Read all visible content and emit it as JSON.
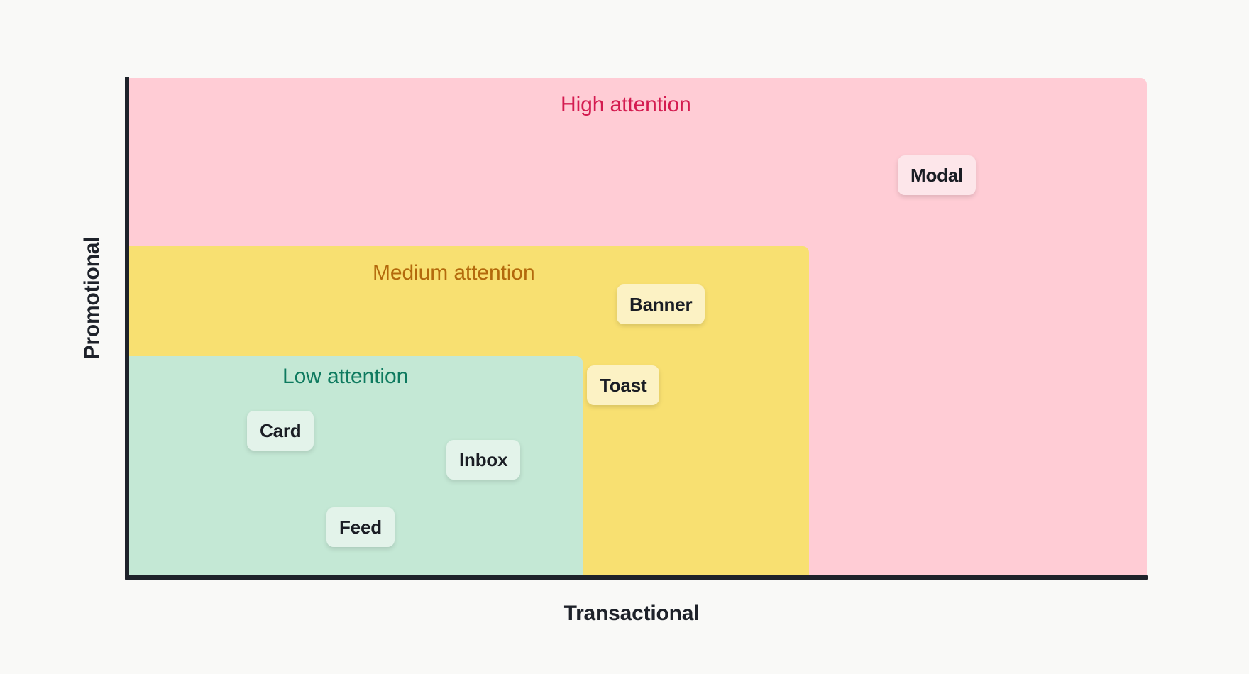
{
  "chart_data": {
    "type": "scatter",
    "title": "",
    "xlabel": "Transactional",
    "ylabel": "Promotional",
    "grid": false,
    "legend": "none",
    "xlim": [
      0,
      100
    ],
    "ylim": [
      0,
      100
    ],
    "zones": [
      {
        "key": "high",
        "label": "High attention",
        "color": "#FFCCD5",
        "text_color": "#D41B50",
        "x_range": [
          0,
          100
        ],
        "y_range": [
          0,
          100
        ]
      },
      {
        "key": "medium",
        "label": "Medium attention",
        "color": "#F8E071",
        "text_color": "#B3690C",
        "x_range": [
          0,
          67
        ],
        "y_range": [
          0,
          66
        ]
      },
      {
        "key": "low",
        "label": "Low attention",
        "color": "#C4E8D5",
        "text_color": "#0E7A5F",
        "x_range": [
          0,
          45
        ],
        "y_range": [
          0,
          44
        ]
      }
    ],
    "points": [
      {
        "label": "Modal",
        "zone": "high",
        "chip_color": "#FDE6EA",
        "x": 76,
        "y": 84
      },
      {
        "label": "Banner",
        "zone": "medium",
        "chip_color": "#FCF2C4",
        "x": 48,
        "y": 58
      },
      {
        "label": "Toast",
        "zone": "medium",
        "chip_color": "#FCF2C4",
        "x": 45,
        "y": 42
      },
      {
        "label": "Card",
        "zone": "low",
        "chip_color": "#E3F3EA",
        "x": 12,
        "y": 33
      },
      {
        "label": "Inbox",
        "zone": "low",
        "chip_color": "#E3F3EA",
        "x": 32,
        "y": 27
      },
      {
        "label": "Feed",
        "zone": "low",
        "chip_color": "#E3F3EA",
        "x": 20,
        "y": 14
      }
    ]
  },
  "axes": {
    "y_label": "Promotional",
    "x_label": "Transactional",
    "axis_color": "#1E222A"
  },
  "zone_titles": {
    "high": "High attention",
    "medium": "Medium attention",
    "low": "Low attention"
  },
  "chips": {
    "modal": "Modal",
    "banner": "Banner",
    "toast": "Toast",
    "card": "Card",
    "inbox": "Inbox",
    "feed": "Feed"
  },
  "colors": {
    "background": "#F9F9F7",
    "high_fill": "#FFCCD5",
    "medium_fill": "#F8E071",
    "low_fill": "#C4E8D5",
    "high_text": "#D41B50",
    "medium_text": "#B3690C",
    "low_text": "#0E7A5F",
    "chip_text": "#1A1D24",
    "axis": "#1E222A"
  }
}
